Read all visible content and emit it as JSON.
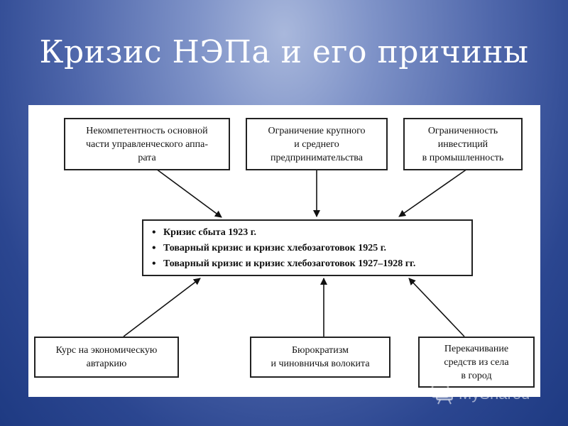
{
  "title": "Кризис НЭПа и его причины",
  "diagram": {
    "causes_top": [
      {
        "id": "incompetence",
        "text": "Некомпетентность основной\nчасти управленческого аппа-\nрата"
      },
      {
        "id": "limit-business",
        "text": "Ограничение крупного\nи среднего\nпредпринимательства"
      },
      {
        "id": "limit-investment",
        "text": "Ограниченность\nинвестиций\nв промышленность"
      }
    ],
    "crisis_items": [
      "Кризис сбыта 1923 г.",
      "Товарный кризис и кризис хлебозаготовок 1925 г.",
      "Товарный кризис и кризис хлебозаготовок 1927–1928 гг."
    ],
    "causes_bottom": [
      {
        "id": "autarky",
        "text": "Курс на экономическую\nавтаркию"
      },
      {
        "id": "bureaucracy",
        "text": "Бюрократизм\nи чиновничья волокита"
      },
      {
        "id": "pumping",
        "text": "Перекачивание\nсредств из села\nв город"
      }
    ]
  },
  "watermark": {
    "text": "MyShared",
    "icon": "myshared-logo-icon"
  }
}
